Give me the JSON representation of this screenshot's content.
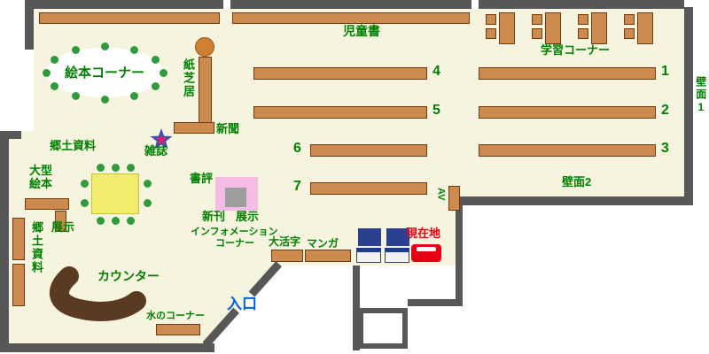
{
  "labels": {
    "ehon_corner": "絵本コーナー",
    "kamishibai": "紙芝居",
    "jidousho": "児童書",
    "gakushu": "学習コーナー",
    "hekimen1": "壁面1",
    "hekimen2": "壁面2",
    "shinbun": "新聞",
    "zasshi": "雑誌",
    "kyodo_upper": "郷土資料",
    "ogata_ehon": "大型絵本",
    "tenji_left": "展示",
    "kyodo_left": "郷土資料",
    "shohyo": "書評",
    "shinkan": "新刊",
    "tenji_new": "展示",
    "info_line1": "インフォメーション",
    "info_line2": "コーナー",
    "daikatsuji": "大活字",
    "manga": "マンガ",
    "av": "AV",
    "genzaichi": "現在地",
    "counter": "カウンター",
    "mizu": "水のコーナー",
    "iriguchi": "入口"
  },
  "shelves": {
    "n1": "1",
    "n2": "2",
    "n3": "3",
    "n4": "4",
    "n5": "5",
    "n6": "6",
    "n7": "7"
  },
  "colors": {
    "floor": "#f6f4df",
    "wall": "#575757",
    "shelf": "#cd8a4e",
    "label_green": "#008000",
    "entrance_blue": "#0064d2",
    "location_red": "#e60012",
    "display_pink": "#f4bbe4",
    "stage_yellow": "#f1ec6e",
    "counter_brown": "#5a3a20",
    "terminal_blue": "#2b3f90",
    "dot_green": "#2f9b3c",
    "kamishibai_orange": "#d08030",
    "star_blue": "#3f51b5",
    "star_red": "#e91e63"
  }
}
